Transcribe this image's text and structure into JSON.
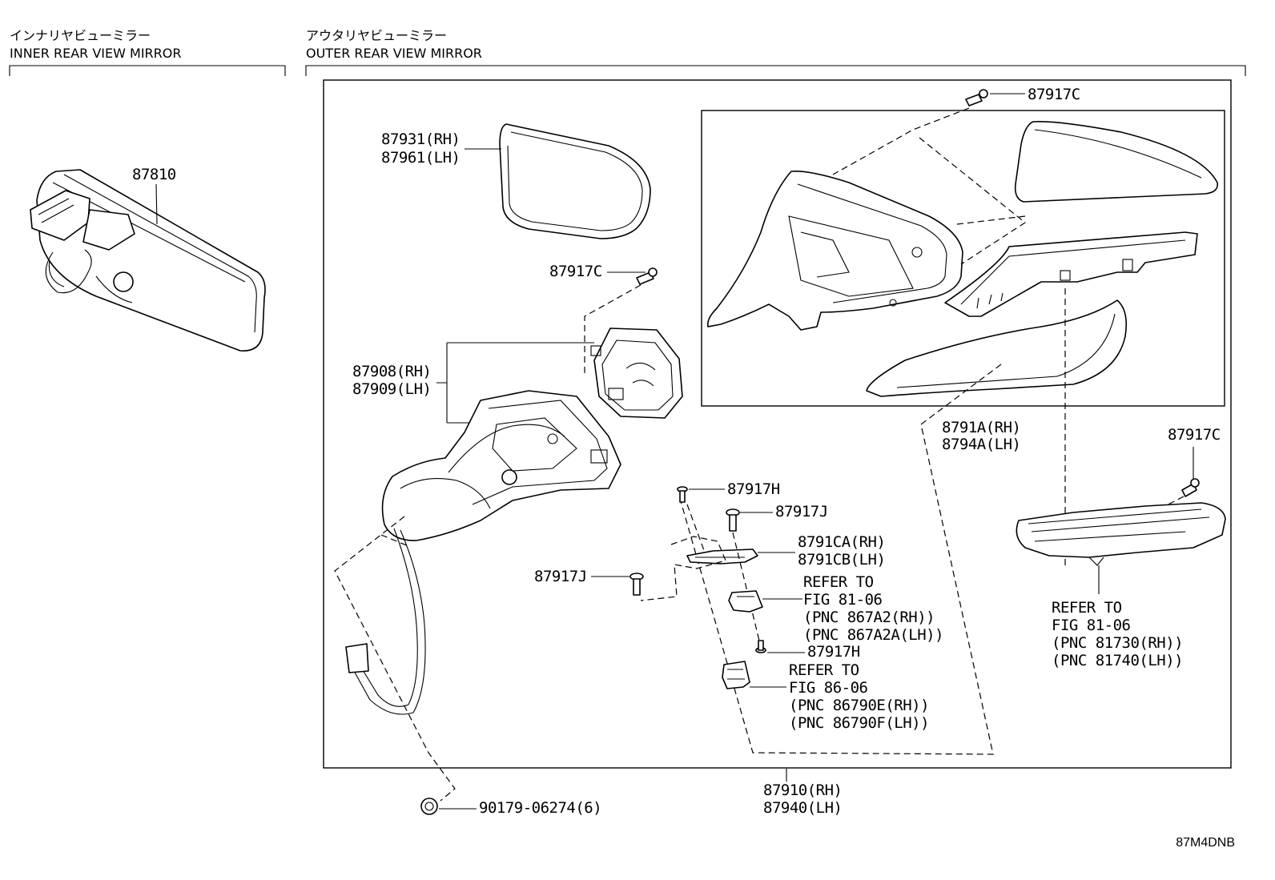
{
  "sections": {
    "inner": {
      "jp": "インナリヤビューミラー",
      "en": "INNER REAR VIEW MIRROR"
    },
    "outer": {
      "jp": "アウタリヤビューミラー",
      "en": "OUTER REAR VIEW MIRROR"
    }
  },
  "labels": {
    "p87810": "87810",
    "p87931": "87931(RH)",
    "p87961": "87961(LH)",
    "p87917c_top": "87917C",
    "p87917c_mid": "87917C",
    "p87917c_right": "87917C",
    "p87908": "87908(RH)",
    "p87909": "87909(LH)",
    "p8791a": "8791A(RH)",
    "p8794a": "8794A(LH)",
    "p87917h_a": "87917H",
    "p87917j_a": "87917J",
    "p8791ca": "8791CA(RH)",
    "p8791cb": "8791CB(LH)",
    "p87917j_b": "87917J",
    "ref1_l1": "REFER TO",
    "ref1_l2": "FIG 81-06",
    "ref1_l3": "(PNC 867A2(RH))",
    "ref1_l4": "(PNC 867A2A(LH))",
    "p87917h_b": "87917H",
    "ref2_l1": "REFER TO",
    "ref2_l2": "FIG 86-06",
    "ref2_l3": "(PNC 86790E(RH))",
    "ref2_l4": "(PNC 86790F(LH))",
    "ref3_l1": "REFER TO",
    "ref3_l2": "FIG 81-06",
    "ref3_l3": "(PNC 81730(RH))",
    "ref3_l4": "(PNC 81740(LH))",
    "p87910": "87910(RH)",
    "p87940": "87940(LH)",
    "p90179": "90179-06274(6)"
  },
  "diagram_code": "87M4DNB"
}
